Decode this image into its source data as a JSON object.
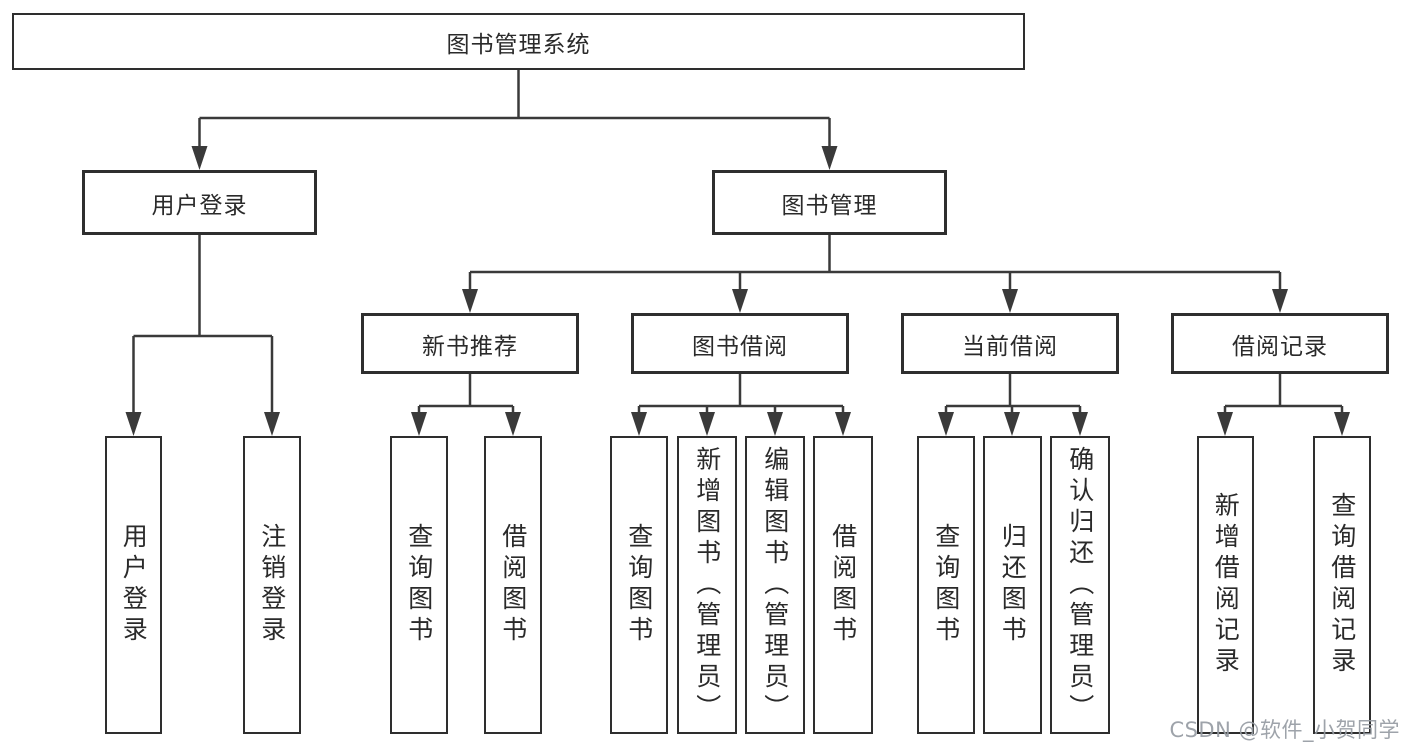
{
  "diagram": {
    "root": {
      "label": "图书管理系统"
    },
    "branches": [
      {
        "label": "用户登录",
        "children": [
          {
            "label": "用户登录"
          },
          {
            "label": "注销登录"
          }
        ]
      },
      {
        "label": "图书管理",
        "children": [
          {
            "label": "新书推荐",
            "children": [
              {
                "label": "查询图书"
              },
              {
                "label": "借阅图书"
              }
            ]
          },
          {
            "label": "图书借阅",
            "children": [
              {
                "label": "查询图书"
              },
              {
                "label": "新增图书（管理员）"
              },
              {
                "label": "编辑图书（管理员）"
              },
              {
                "label": "借阅图书"
              }
            ]
          },
          {
            "label": "当前借阅",
            "children": [
              {
                "label": "查询图书"
              },
              {
                "label": "归还图书"
              },
              {
                "label": "确认归还（管理员）"
              }
            ]
          },
          {
            "label": "借阅记录",
            "children": [
              {
                "label": "新增借阅记录"
              },
              {
                "label": "查询借阅记录"
              }
            ]
          }
        ]
      }
    ]
  },
  "watermark": {
    "text": "CSDN @软件_小贺同学"
  },
  "colors": {
    "line": "#3a3a3a",
    "border": "#2e2e2e",
    "text": "#2a2a2a",
    "watermark": "#969ca3",
    "background": "#ffffff"
  }
}
